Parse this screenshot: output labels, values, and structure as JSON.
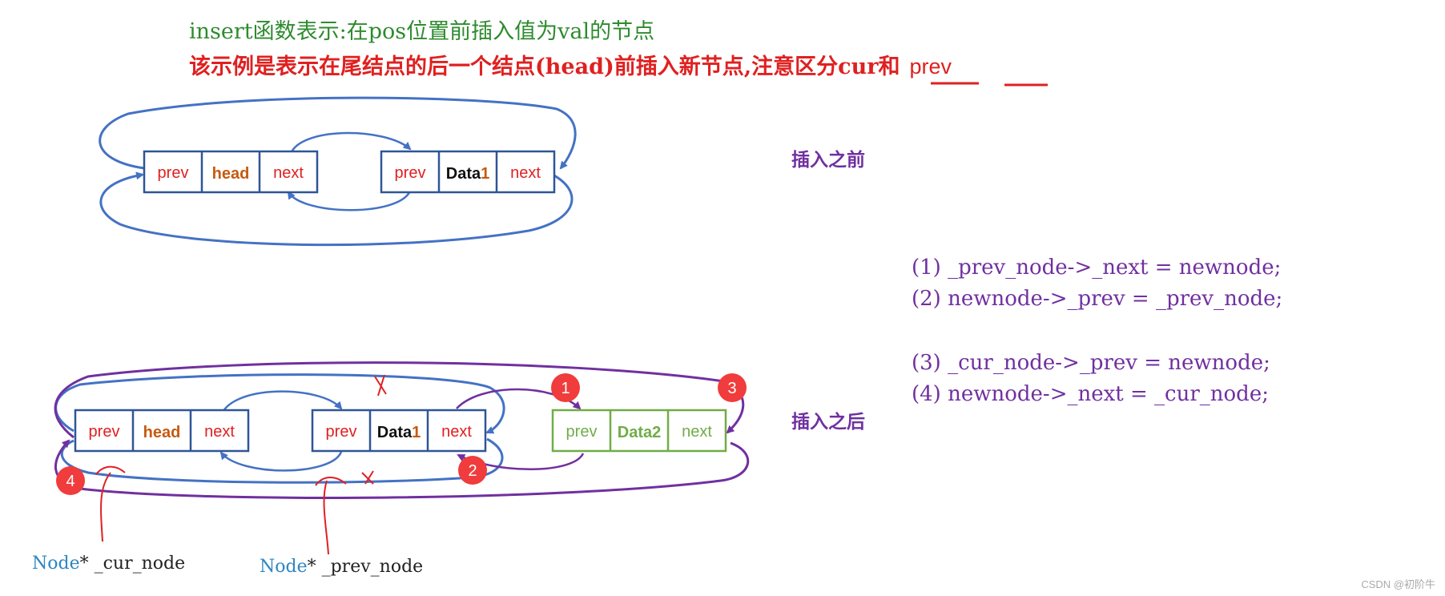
{
  "title_line1": "insert函数表示:在pos位置前插入值为val的节点",
  "title_line2_prefix": "该示例是表示在尾结点的后一个结点(head)前插入新节点,注意区分",
  "title_cur": "cur",
  "title_and": "和",
  "title_prev": "prev",
  "label_before": "插入之前",
  "label_after": "插入之后",
  "cell_prev": "prev",
  "cell_next": "next",
  "cell_head": "head",
  "cell_data": "Data",
  "cell_data_num": "1",
  "cell_data2": "Data2",
  "steps": [
    "(1) _prev_node->_next = newnode;",
    "(2) newnode->_prev = _prev_node;",
    "(3) _cur_node->_prev = newnode;",
    "(4) newnode->_next = _cur_node;"
  ],
  "badges": [
    "1",
    "2",
    "3",
    "4"
  ],
  "node_type": "Node",
  "cur_var": "* _cur_node",
  "prev_var": "* _prev_node",
  "watermark": "CSDN @初阶牛",
  "colors": {
    "green_text": "#2e8b2e",
    "red_text": "#e02020",
    "purple_text": "#7030a0",
    "blue_box": "#2f5597",
    "blue_arrow": "#4472c4",
    "purple_arrow": "#7030a0",
    "green_box": "#70ad47",
    "head_orange": "#c55a11",
    "badge_red": "#f03c3c",
    "teal_type": "#2e86c1"
  }
}
